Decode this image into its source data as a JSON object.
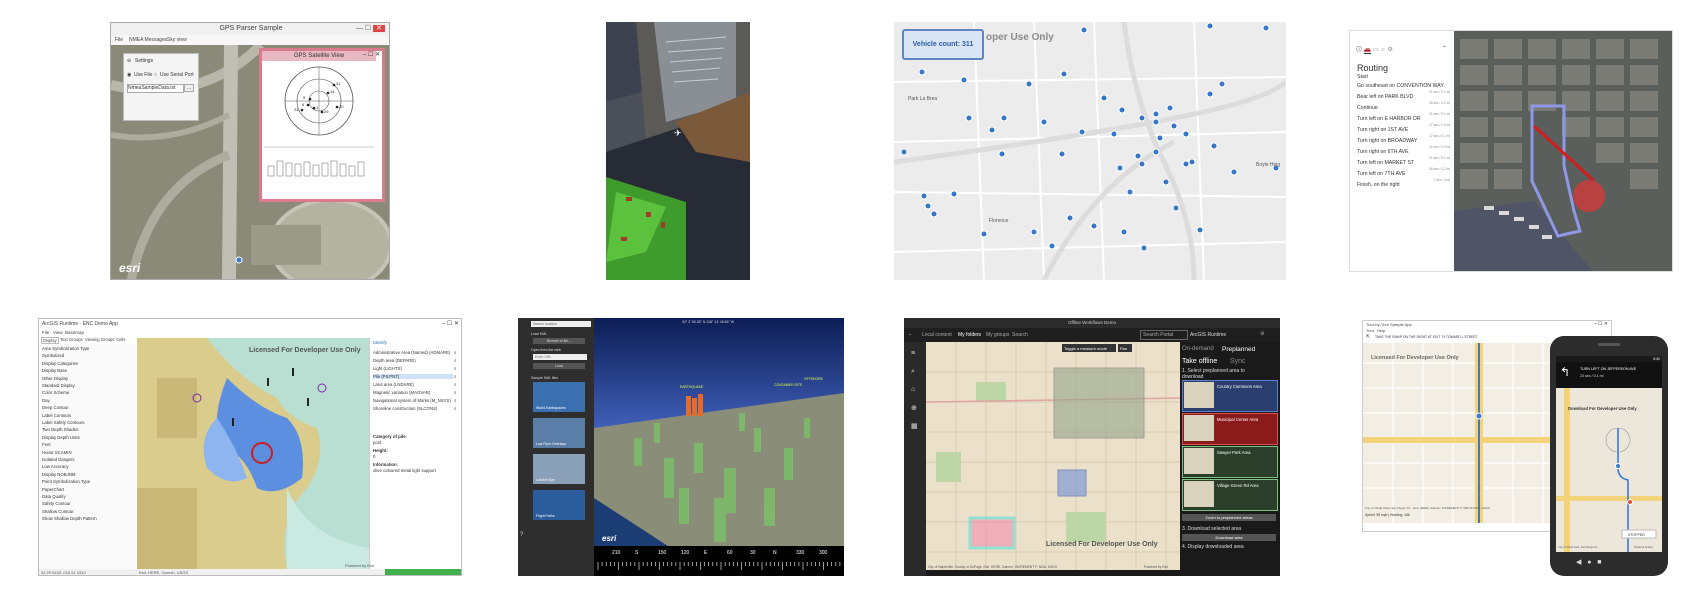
{
  "gps": {
    "window_title": "GPS Parser Sample",
    "menu": [
      "File",
      "NMEA Messages",
      "Sky view"
    ],
    "settings_title": "Settings",
    "use_file": "Use File",
    "use_serial": "Use Serial Port",
    "file_value": "NmeaSampleData.txt",
    "browse_label": "...",
    "sat_title": "GPS Satellite View",
    "sat_labels": [
      "31",
      "14",
      "9",
      "6",
      "1",
      "20",
      "29",
      "24",
      "32",
      "21"
    ],
    "logo": "esri"
  },
  "vehicles": {
    "badge": "Vehicle count: 311",
    "watermark": "oper Use Only",
    "places": [
      "Park La Brea",
      "Boyle Heig",
      "Florence"
    ]
  },
  "routing": {
    "title": "Routing",
    "start": "Start",
    "steps": [
      {
        "text": "Go southeast on CONVENTION WAY",
        "dist": ""
      },
      {
        "text": "Bear left on PARK BLVD",
        "dist": "21 sec / 0.1 mi"
      },
      {
        "text": "Continue",
        "dist": "46 sec / 0.2 mi"
      },
      {
        "text": "Turn left on E HARBOR DR",
        "dist": "21 sec / 0.1 mi"
      },
      {
        "text": "Turn right on 1ST AVE",
        "dist": "47 sec / 0.3 mi"
      },
      {
        "text": "Turn right on BROADWAY",
        "dist": "17 sec / 0.1 mi"
      },
      {
        "text": "Turn right on 6TH AVE",
        "dist": "51 sec / 0.3 mi"
      },
      {
        "text": "Turn left on MARKET ST",
        "dist": "31 sec / 0.1 mi"
      },
      {
        "text": "Turn left on 7TH AVE",
        "dist": "38 sec / 0.2 mi"
      },
      {
        "text": "Finish, on the right",
        "dist": "7 sec / 0 mi"
      }
    ]
  },
  "enc": {
    "window_title": "ArcGIS Runtime - ENC Demo App",
    "menu": [
      "File",
      "View",
      "Basemap"
    ],
    "tabs": [
      "Display",
      "Text Groups",
      "Viewing Groups",
      "Cells"
    ],
    "left_lines": [
      "Area Symbolization Type",
      "Symbolized",
      "Display Categories",
      "Display Base",
      "Other Display",
      "Standard Display",
      "Color Scheme",
      "Day",
      "Deep Contour",
      "Label Contours",
      "Label Safety Contours",
      "Two Depth Shades",
      "Display Depth Units",
      "Feet",
      "Honor SCAMIN",
      "Isolated Dangers",
      "Low Accuracy",
      "Display NOBJNM",
      "Point Symbolization Type",
      "PaperChart",
      "Data Quality",
      "Safety Contour",
      "Shallow Contour",
      "Show Shallow Depth Pattern"
    ],
    "watermark": "Licensed For Developer Use Only",
    "identify_title": "Identify",
    "identify_items": [
      "Administrative Area (Named) (ADMARE)",
      "Depth area (DEPARE)",
      "Light (LIGHTS)",
      "Pile (PILPNT)",
      "Land area (LNDARE)",
      "Magnetic variation (MAGVAR)",
      "Navigational system of Marks (M_NSYS)",
      "Shoreline construction (SLCONS)"
    ],
    "category_label": "Category of pile:",
    "category_value": "post",
    "height_label": "Height:",
    "height_value": "0",
    "info_label": "Information:",
    "info_value": "olive coloured metal light support",
    "status_left": "32.29 0433 -016 51 0310",
    "status_credit": "Esri, HERE, Garmin, USGS",
    "powered": "Powered by Esri"
  },
  "scene": {
    "search_placeholder": "Search location",
    "load_label": "Load KML",
    "browse": "Browse to file...",
    "open_label": "Open from the web",
    "url_placeholder": "Enter URL",
    "load": "Load",
    "samples_label": "Sample KML files",
    "samples": [
      "World Earthquakes",
      "Low Flyer Overlays",
      "London Eye",
      "Flight Paths"
    ],
    "coords": "34° 2' 59.28\" N 118° 14' 45.84\" W",
    "logo": "esri",
    "compass": [
      "210",
      "S",
      "150",
      "120",
      "E",
      "60",
      "30",
      "N",
      "330",
      "300"
    ]
  },
  "offline": {
    "window_title": "Offline Workflows Demo",
    "nav": [
      "Local content",
      "My folders",
      "My groups",
      "Search"
    ],
    "search_placeholder": "Search Portal",
    "user": "ArcGIS Runtime",
    "toolbar": [
      "Toggle a measure mode",
      "Pan"
    ],
    "tabs": [
      "On-demand",
      "Preplanned"
    ],
    "take_offline": "Take offline",
    "sync": "Sync",
    "step1": "1. Select preplanned area to",
    "step1b": "download",
    "areas": [
      "Country Commons Area",
      "Municipal Center Area",
      "Sawyer Park Area",
      "Village Green Rd Area"
    ],
    "zoom_btn": "Zoom to preplanned areas",
    "step3": "3. Download selected area",
    "download_btn": "Download area",
    "step4": "4. Display downloaded area",
    "watermark": "Licensed For Developer Use Only",
    "credit": "City of Naperville, County of DuPage, Esri, HERE, Garmin, INCREMENT P, NGA, USGS",
    "powered": "Powered by Esri"
  },
  "turn": {
    "window_title": "Turn-by-Turn Sample App",
    "menu": [
      "Turn",
      "Help"
    ],
    "instruction": "TAKE THE RAMP ON THE RIGHT AT EXIT 74 TOWARD L STREET",
    "watermark": "Licensed For Developer Use Only",
    "credit": "City of Chula Vista, San Diego Ch... Esri, HERE, Garmin, INCREMENT P, METI/NASA, USGS",
    "speed": "Speed: 58 mph | Heading: 186",
    "powered": "Powered by Esri",
    "phone_time": "5:30",
    "phone_instruction": "TURN LEFT ON JEFFERSON AVE",
    "phone_sub": "23 sec / 0.1 mi",
    "phone_watermark": "Download For Developer Use Only",
    "phone_btn": "STOPPED",
    "phone_credit": "City of Chula Vista, San Diego Co...",
    "phone_powered": "Powered by Esri"
  }
}
